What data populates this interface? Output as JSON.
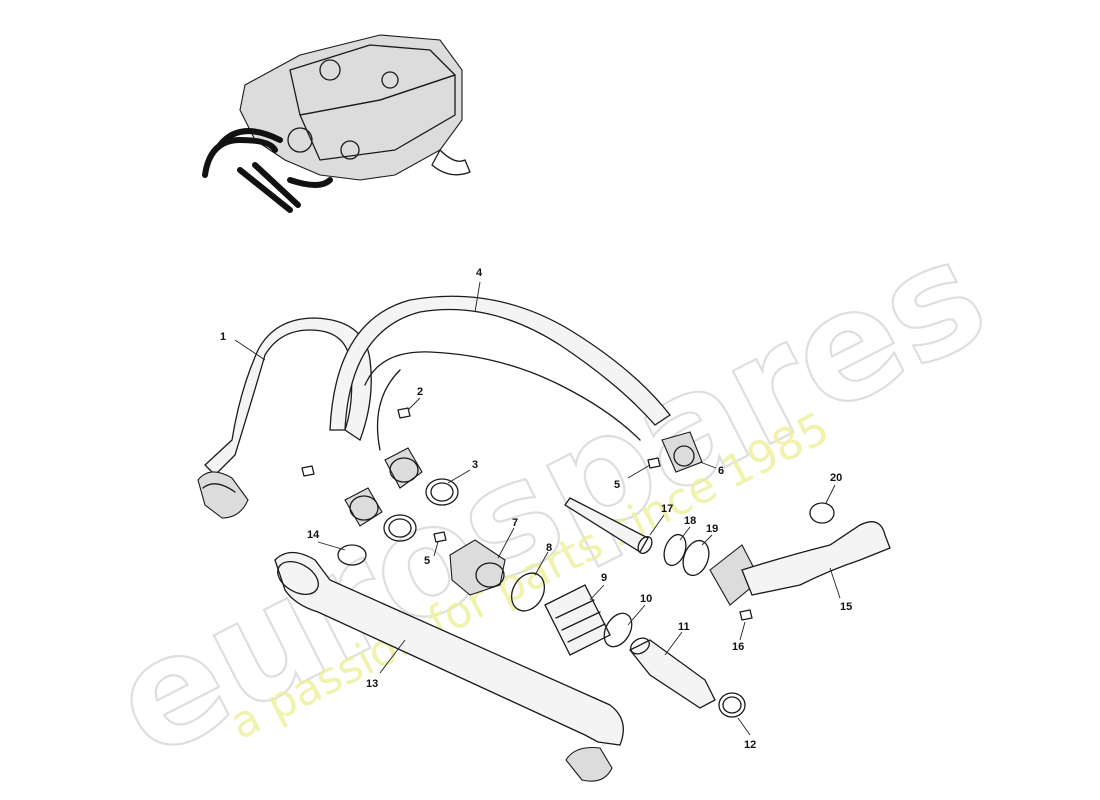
{
  "watermark": {
    "brand": "eurospares",
    "slogan": "a passion for parts since 1985",
    "slogan_color": "#eef09a"
  },
  "callouts": [
    {
      "id": "1",
      "text": "1"
    },
    {
      "id": "2",
      "text": "2"
    },
    {
      "id": "3",
      "text": "3"
    },
    {
      "id": "4",
      "text": "4"
    },
    {
      "id": "5a",
      "text": "5"
    },
    {
      "id": "5b",
      "text": "5"
    },
    {
      "id": "6",
      "text": "6"
    },
    {
      "id": "7",
      "text": "7"
    },
    {
      "id": "8",
      "text": "8"
    },
    {
      "id": "9",
      "text": "9"
    },
    {
      "id": "10",
      "text": "10"
    },
    {
      "id": "11",
      "text": "11"
    },
    {
      "id": "12",
      "text": "12"
    },
    {
      "id": "13",
      "text": "13"
    },
    {
      "id": "14",
      "text": "14"
    },
    {
      "id": "15",
      "text": "15"
    },
    {
      "id": "16",
      "text": "16"
    },
    {
      "id": "17",
      "text": "17"
    },
    {
      "id": "18",
      "text": "18"
    },
    {
      "id": "19",
      "text": "19"
    },
    {
      "id": "20",
      "text": "20"
    }
  ]
}
